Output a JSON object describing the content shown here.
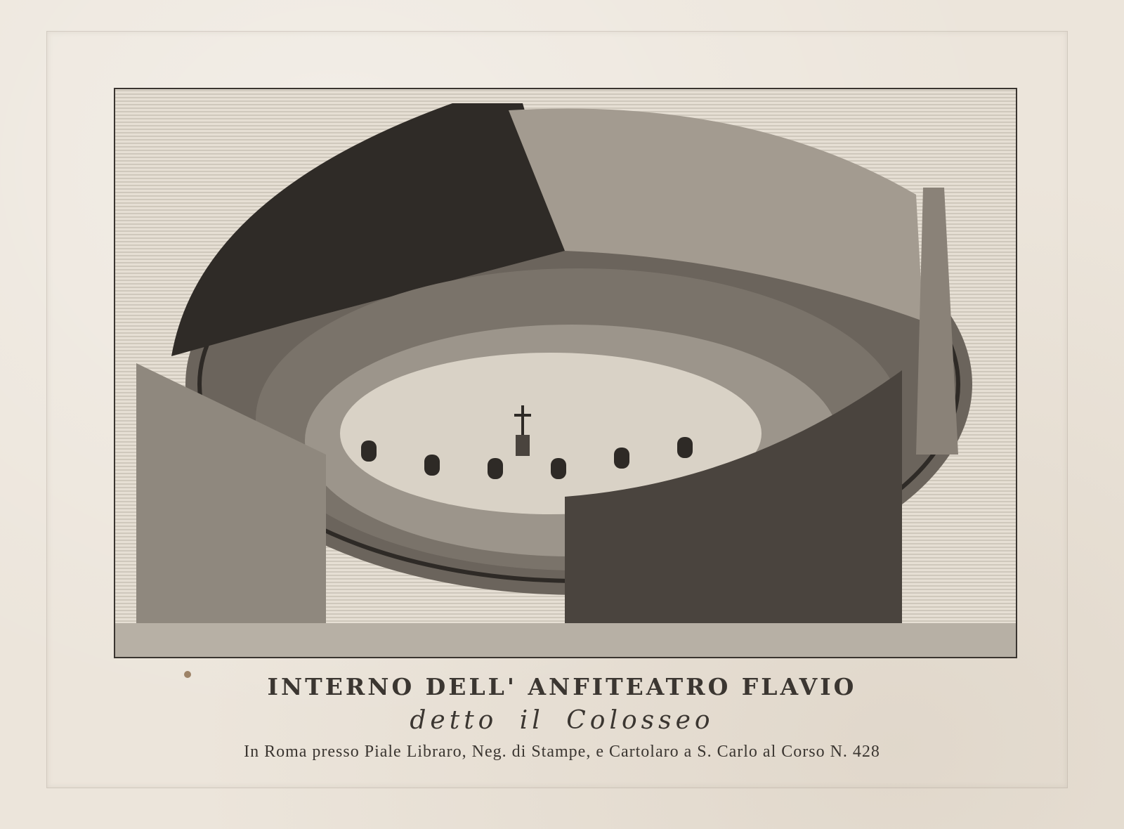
{
  "print": {
    "title": "INTERNO DELL' ANFITEATRO FLAVIO",
    "subtitle": "detto il Colosseo",
    "imprint": "In Roma presso Piale Libraro, Neg. di Stampe, e Cartolaro a S. Carlo al Corso N. 428"
  },
  "image": {
    "subject": "colosseum-interior-engraving",
    "colors": {
      "paper": "#ece5db",
      "ink": "#3a3530",
      "mid_tone": "#8a8278"
    }
  }
}
